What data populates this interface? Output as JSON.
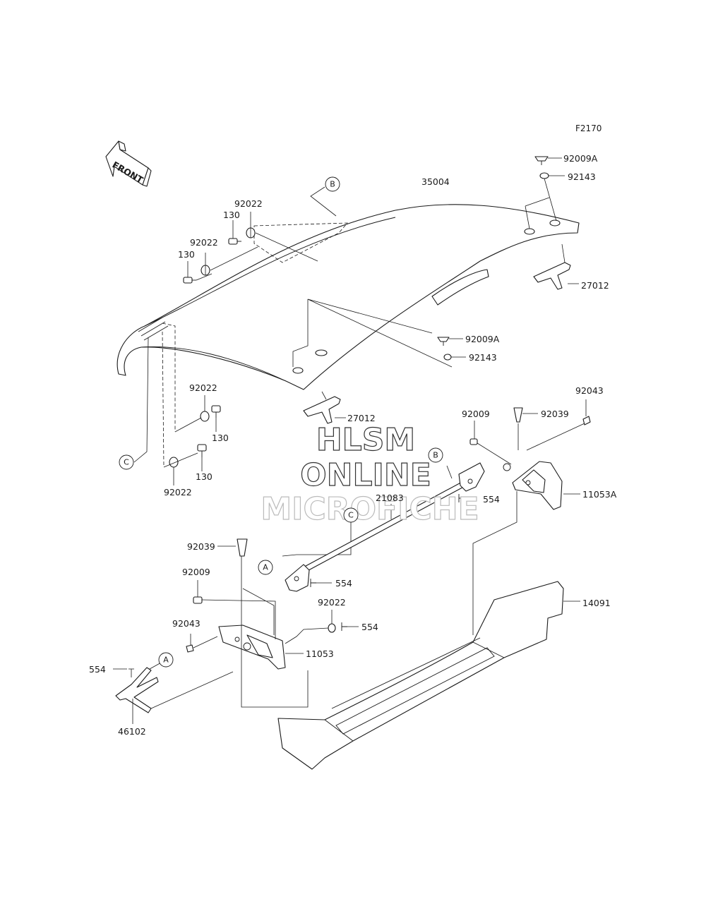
{
  "figure_code": "F2170",
  "front_arrow_label": "FRONT",
  "watermark": {
    "line1": "HLSM",
    "line2": "ONLINE",
    "line3": "MICROFICHE"
  },
  "reference_markers": [
    "A",
    "B",
    "C"
  ],
  "callouts": {
    "top_bolt": "92009A",
    "top_washer": "92143",
    "cover": "35004",
    "rear_clip": "27012",
    "left_washer_upper": "92022",
    "left_bolt_upper": "130",
    "left_washer_mid": "92022",
    "left_bolt_mid": "130",
    "mid_bolt": "92009A",
    "mid_washer": "92143",
    "front_clip": "27012",
    "side_washer_upper": "92022",
    "side_bolt_upper": "130",
    "side_bolt_lower": "130",
    "side_washer_lower": "92022",
    "right_rivet_pin": "92043",
    "right_bolt": "92009",
    "right_rivet": "92039",
    "right_bracket": "11053A",
    "right_pin": "554",
    "rod": "21083",
    "left_rivet": "92039",
    "left_pin_upper": "554",
    "guard": "14091",
    "left_bolt": "92009",
    "left_washer_lower": "92022",
    "left_pin_lower": "554",
    "left_rivet_pin": "92043",
    "left_bracket": "11053",
    "stay_pin": "554",
    "stay": "46102"
  }
}
